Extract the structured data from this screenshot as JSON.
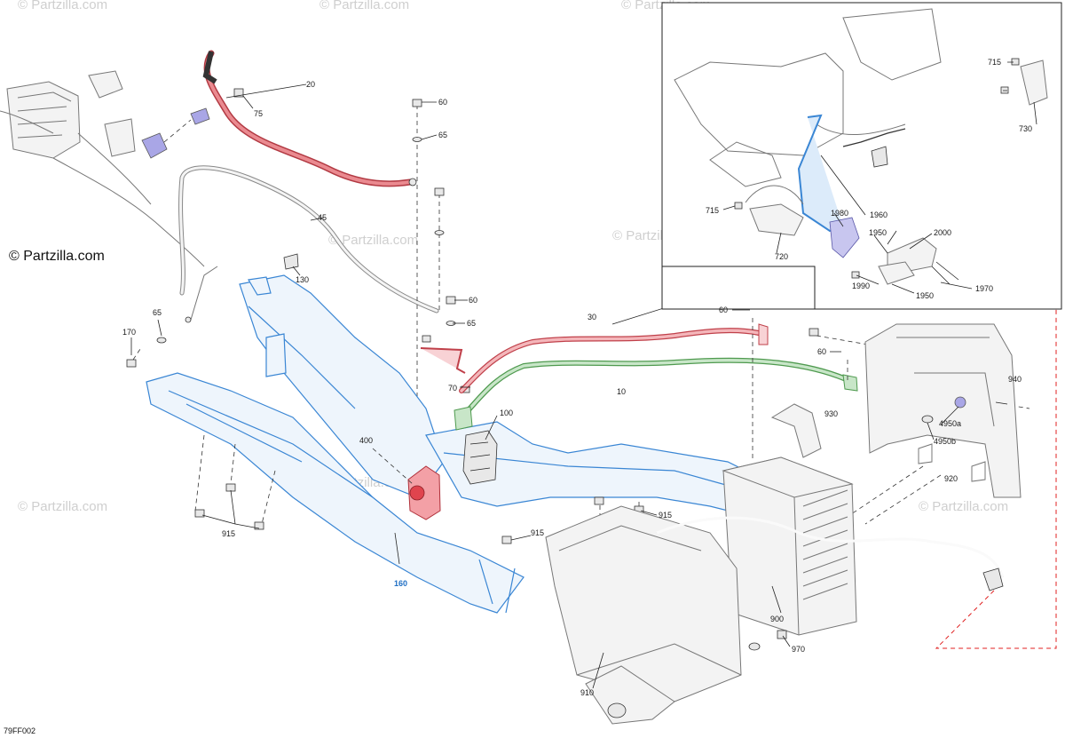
{
  "watermark": "© Partzilla.com",
  "copyright": "© Partzilla.com",
  "figure_code": "79FF002",
  "colors": {
    "cable_positive": "#d9505a",
    "cable_ground": "#5aa85a",
    "frame_blue": "#3a86d4",
    "relay_red": "#e0444e",
    "lavender": "#a9a6e6",
    "leader_red": "#e02020"
  },
  "callouts": {
    "c20": "20",
    "c75": "75",
    "c60a": "60",
    "c65a": "65",
    "c45": "45",
    "c130": "130",
    "c170": "170",
    "c65b": "65",
    "c60b": "60",
    "c65c": "65",
    "c30": "30",
    "c60c": "60",
    "c70": "70",
    "c10": "10",
    "c60d": "60",
    "c100": "100",
    "c400": "400",
    "c930": "930",
    "c940": "940",
    "c4950a": "4950a",
    "c4950b": "4950b",
    "c920": "920",
    "c915a": "915",
    "c915b": "915",
    "c915c": "915",
    "c160": "160",
    "c900": "900",
    "c970": "970",
    "c910": "910",
    "i715a": "715",
    "i730": "730",
    "i715b": "715",
    "i720": "720",
    "i1980": "1980",
    "i1960": "1960",
    "i1950a": "1950",
    "i2000": "2000",
    "i1990": "1990",
    "i1950b": "1950",
    "i1970": "1970"
  }
}
